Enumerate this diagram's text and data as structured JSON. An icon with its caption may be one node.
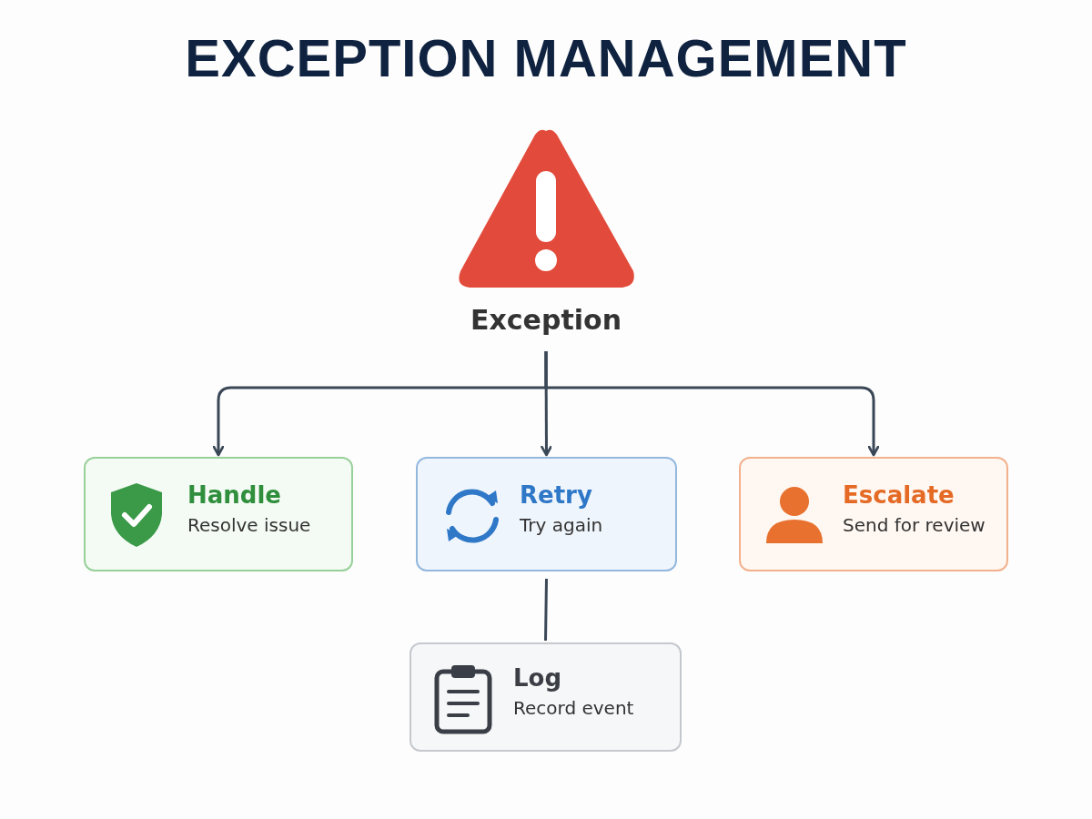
{
  "diagram": {
    "title": "EXCEPTION MANAGEMENT",
    "nodes": [
      {
        "text": [
          "Exception"
        ]
      },
      {
        "text": [
          "Handle",
          "Resolve issue"
        ]
      },
      {
        "text": [
          "Retry",
          "Try again"
        ]
      },
      {
        "text": [
          "Escalate",
          "Send for review"
        ]
      },
      {
        "text": [
          "Log",
          "Record event"
        ]
      }
    ],
    "edges": [
      {
        "from": 0,
        "to": 1,
        "arrow": "to"
      },
      {
        "from": 0,
        "to": 2,
        "arrow": "to"
      },
      {
        "from": 0,
        "to": 3,
        "arrow": "to"
      },
      {
        "from": 2,
        "to": 4,
        "arrow": "none"
      }
    ]
  }
}
